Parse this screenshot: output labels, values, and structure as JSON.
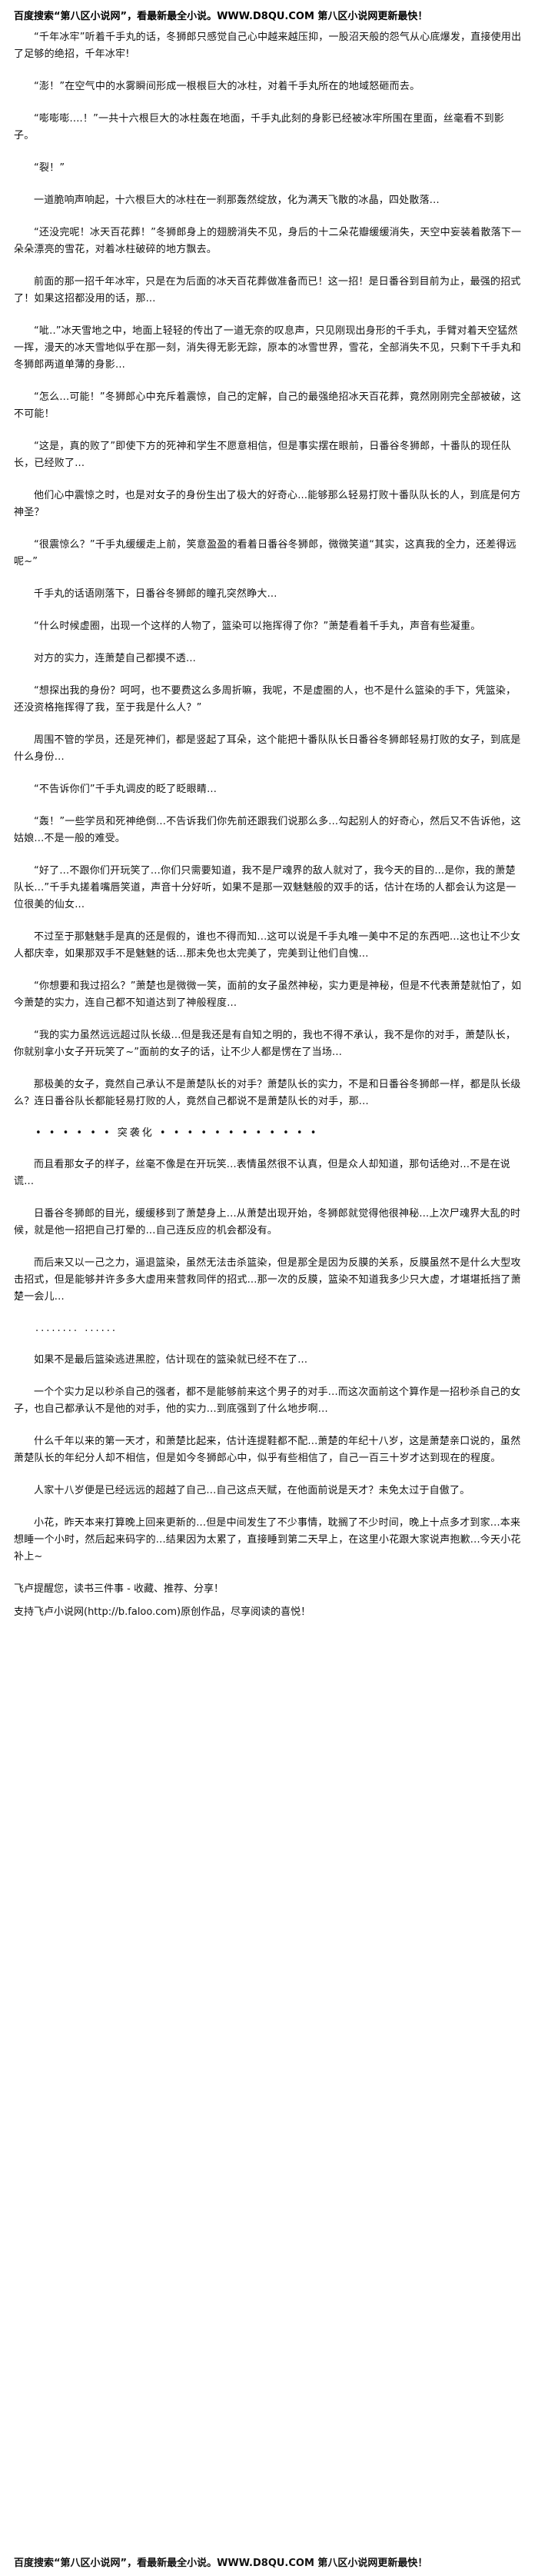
{
  "header": {
    "banner": "百度搜索“第八区小说网”，看最新最全小说。WWW.D8QU.COM   第八区小说网更新最快！"
  },
  "paragraphs": [
    "“千年冰牢”听着千手丸的话，冬狮郎只感觉自己心中越来越压抑，一股沼天般的怨气从心底爆发，直接使用出了足够的绝招，千年冰牢!",
    "“澎！”在空气中的水雾瞬间形成一根根巨大的冰柱，对着千手丸所在的地域怒砸而去。",
    "“嘭嘭嘭....！”一共十六根巨大的冰柱轰在地面，千手丸此刻的身影已经被冰牢所围在里面，丝毫看不到影子。",
    "“裂！”",
    "一道脆响声响起，十六根巨大的冰柱在一刹那轰然绽放，化为满天飞散的冰晶，四处散落...",
    "“还没完呢！冰天百花葬！”冬狮郎身上的翅膀消失不见，身后的十二朵花瓣缓缓消失，天空中妄装着散落下一朵朵漂亮的雪花，对着冰柱破碎的地方飘去。",
    "前面的那一招千年冰牢，只是在为后面的冰天百花葬做准备而已！这一招！是日番谷到目前为止，最强的招式了！如果这招都没用的话，那...",
    "“呲..”冰天雪地之中，地面上轻轻的传出了一道无奈的叹息声，只见刚现出身形的千手丸，手臂对着天空猛然一挥，漫天的冰天雪地似乎在那一刻，消失得无影无踪，原本的冰雪世界，雪花，全部消失不见，只剩下千手丸和冬狮郎两道单薄的身影...",
    "“怎么...可能！”冬狮郎心中充斥着震惊，自己的定解，自己的最强绝招冰天百花葬，竟然刚刚完全部被破，这不可能！",
    "“这是，真的败了”即使下方的死神和学生不愿意相信，但是事实摆在眼前，日番谷冬狮郎，十番队的现任队长，已经败了...",
    "他们心中震惊之时，也是对女子的身份生出了极大的好奇心...能够那么轻易打败十番队队长的人，到底是何方神圣？",
    "“很震惊么？”千手丸缓缓走上前，笑意盈盈的看着日番谷冬狮郎，微微笑道“其实，这真我的全力，还差得远呢~”",
    "千手丸的话语刚落下，日番谷冬狮郎的瞳孔突然睁大...",
    "“什么时候虚圈，出现一个这样的人物了，篮染可以拖挥得了你？”萧楚看着千手丸，声音有些凝重。",
    "对方的实力，连萧楚自己都摸不透...",
    "“想探出我的身份？呵呵，也不要费这么多周折嘛，我呢，不是虚圈的人，也不是什么篮染的手下，凭篮染，还没资格拖挥得了我，至于我是什么人？”",
    "周围不管的学员，还是死神们，都是竖起了耳朵，这个能把十番队队长日番谷冬狮郎轻易打败的女子，到底是什么身份...",
    "“不告诉你们”千手丸调皮的眨了眨眼睛...",
    "“轰！”一些学员和死神绝倒...不告诉我们你先前还跟我们说那么多...勾起别人的好奇心，然后又不告诉他，这姑娘...不是一般的难受。",
    "“好了...不跟你们开玩笑了...你们只需要知道，我不是尸魂界的敌人就对了，我今天的目的...是你，我的萧楚队长...”千手丸搓着嘴唇笑道，声音十分好听，如果不是那一双魅魅般的双手的话，估计在场的人都会认为这是一位很美的仙女...",
    "不过至于那魅魅手是真的还是假的，谁也不得而知...这可以说是千手丸唯一美中不足的东西吧...这也让不少女人都庆幸，如果那双手不是魅魅的话...那未免也太完美了，完美到让他们自愧...",
    "“你想要和我过招么？”萧楚也是微微一笑，面前的女子虽然神秘，实力更是神秘，但是不代表萧楚就怕了，如今萧楚的实力，连自己都不知道达到了神般程度...",
    "“我的实力虽然远远超过队长级...但是我还是有自知之明的，我也不得不承认，我不是你的对手，萧楚队长，你就别拿小女子开玩笑了~”面前的女子的话，让不少人都是愣在了当场...",
    "那极美的女子，竟然自己承认不是萧楚队长的对手？萧楚队长的实力，不是和日番谷冬狮郎一样，都是队长级么？连日番谷队长都能轻易打败的人，竟然自己都说不是萧楚队长的对手，那...",
    "而且看那女子的样子，丝毫不像是在开玩笑...表情虽然很不认真，但是众人却知道，那句话绝对...不是在说谎...",
    "日番谷冬狮郎的目光，缓缓移到了萧楚身上...从萧楚出现开始，冬狮郎就觉得他很神秘...上次尸魂界大乱的时候，就是他一招把自己打晕的...自己连反应的机会都没有。",
    "而后来又以一己之力，逼退篮染，虽然无法击杀篮染，但是那全是因为反膜的关系，反膜虽然不是什么大型攻击招式，但是能够并许多多大虚用来营救同伴的招式...那一次的反膜，篮染不知道我多少只大虚，才堪堪抵挡了萧楚一会儿...",
    "如果不是最后篮染逃进黑腔，估计现在的篮染就已经不在了...",
    "一个个实力足以秒杀自己的强者，都不是能够前来这个男子的对手...而这次面前这个算作是一招秒杀自己的女子，也自己都承认不是他的对手，他的实力...到底强到了什么地步啊...",
    "什么千年以来的第一天才，和萧楚比起来，估计连提鞋都不配...萧楚的年纪十八岁，这是萧楚亲口说的，虽然萧楚队长的年纪分人却不相信，但是如今冬狮郎心中，似乎有些相信了，自己一百三十岁才达到现在的程度。",
    "人家十八岁便是已经远远的超越了自己...自己这点天赋，在他面前说是天才？未免太过于自傲了。",
    "小花，昨天本来打算晚上回来更新的...但是中间发生了不少事情，耽搁了不少时间，晚上十点多才到家...本来想睡一个小时，然后起来码字的...结果因为太累了，直接睡到第二天早上，在这里小花跟大家说声抱歉...今天小花补上~"
  ],
  "divider": "• •  • • • • 突袭化 • • • • •  • • • • • • •",
  "dots": "........  ......",
  "tail": {
    "line1": "飞卢提醒您，读书三件事 - 收藏、推荐、分享！",
    "line2": "支持飞卢小说网(http://b.faloo.com)原创作品，尽享阅读的喜悦！"
  },
  "footer": {
    "banner": "百度搜索“第八区小说网”，看最新最全小说。WWW.D8QU.COM   第八区小说网更新最快！"
  }
}
